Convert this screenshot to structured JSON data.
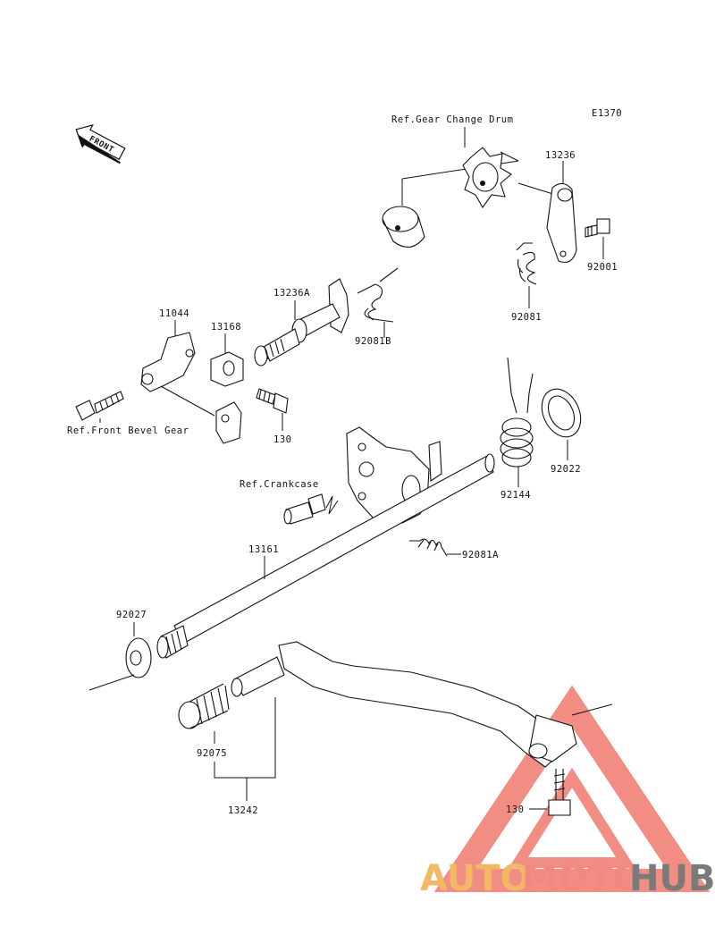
{
  "diagram": {
    "code": "E1370",
    "front_label": "FRONT",
    "refs": {
      "gear_change_drum": "Ref.Gear Change Drum",
      "front_bevel_gear": "Ref.Front Bevel Gear",
      "crankcase": "Ref.Crankcase"
    },
    "parts": {
      "p13236": "13236",
      "p92001": "92001",
      "p92081": "92081",
      "p13236A": "13236A",
      "p92081B": "92081B",
      "p11044": "11044",
      "p13168": "13168",
      "p130a": "130",
      "p92022": "92022",
      "p92144": "92144",
      "p92081A": "92081A",
      "p13161": "13161",
      "p92027": "92027",
      "p92075": "92075",
      "p13242": "13242",
      "p130b": "130"
    }
  },
  "watermark": {
    "part1": "AUTO",
    "part2": "MOTO",
    "part3": "HUB",
    "colors": {
      "auto": "#f2b866",
      "moto": "#f08a80",
      "hub": "#7a7a7a",
      "triangle": "#f07a6e"
    }
  }
}
